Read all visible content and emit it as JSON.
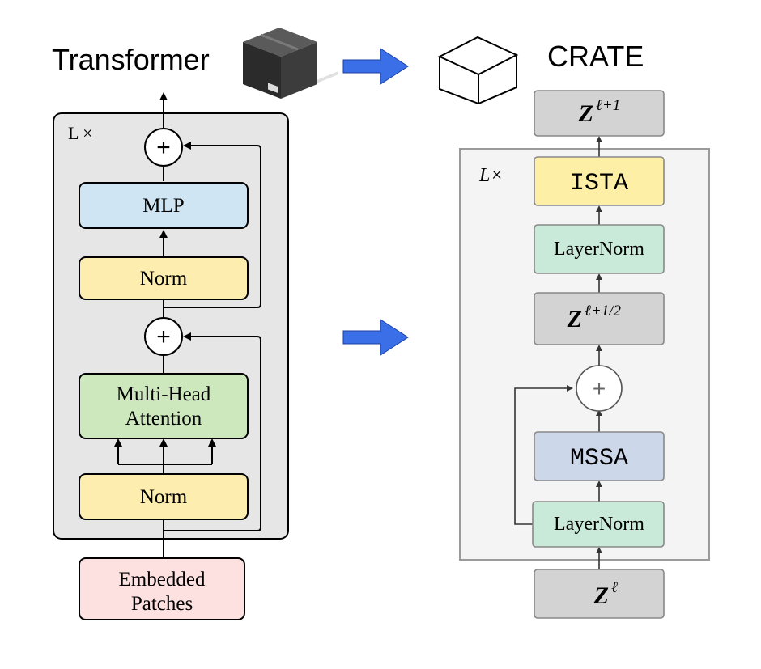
{
  "titles": {
    "left": "Transformer",
    "right": "CRATE"
  },
  "transformer": {
    "repeat_label": "L ×",
    "mlp": "MLP",
    "norm_top": "Norm",
    "attention_line1": "Multi-Head",
    "attention_line2": "Attention",
    "norm_bottom": "Norm",
    "input_line1": "Embedded",
    "input_line2": "Patches",
    "plus": "+"
  },
  "crate": {
    "repeat_label": "L×",
    "output": {
      "base": "Z",
      "sup": "ℓ+1"
    },
    "ista": "ISTA",
    "layernorm_top": "LayerNorm",
    "middle": {
      "base": "Z",
      "sup": "ℓ+1/2"
    },
    "plus": "+",
    "mssa": "MSSA",
    "layernorm_bottom": "LayerNorm",
    "input": {
      "base": "Z",
      "sup": "ℓ"
    }
  },
  "colors": {
    "frame_fill": "#e6e6e6",
    "mlp": "#cfe5f3",
    "norm": "#fdeeb0",
    "attention": "#cde8bd",
    "embedded": "#fde0e0",
    "crate_gray": "#d3d3d3",
    "ista": "#fdf0a6",
    "layernorm": "#c9ead8",
    "mssa": "#ccd8ea",
    "blue_arrow": "#3a6fe8"
  }
}
